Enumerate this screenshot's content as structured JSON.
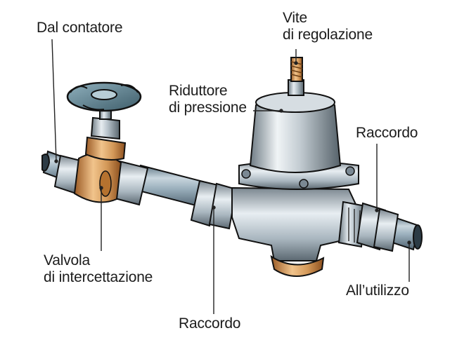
{
  "labels": {
    "dal_contatore": "Dal contatore",
    "vite_regolazione": [
      "Vite",
      "di regolazione"
    ],
    "riduttore_pressione": [
      "Riduttore",
      "di pressione"
    ],
    "raccordo_top": "Raccordo",
    "valvola_intercettazione": [
      "Valvola",
      "di intercettazione"
    ],
    "raccordo_bottom": "Raccordo",
    "all_utilizzo": "All’utilizzo"
  },
  "colors": {
    "pipe": "#8fa6b5",
    "metal": "#b9c4cc",
    "brass": "#d29a58",
    "handwheel": "#5d7f8d",
    "outline": "#111111",
    "leader": "#222222",
    "text": "#1c1c1c"
  }
}
